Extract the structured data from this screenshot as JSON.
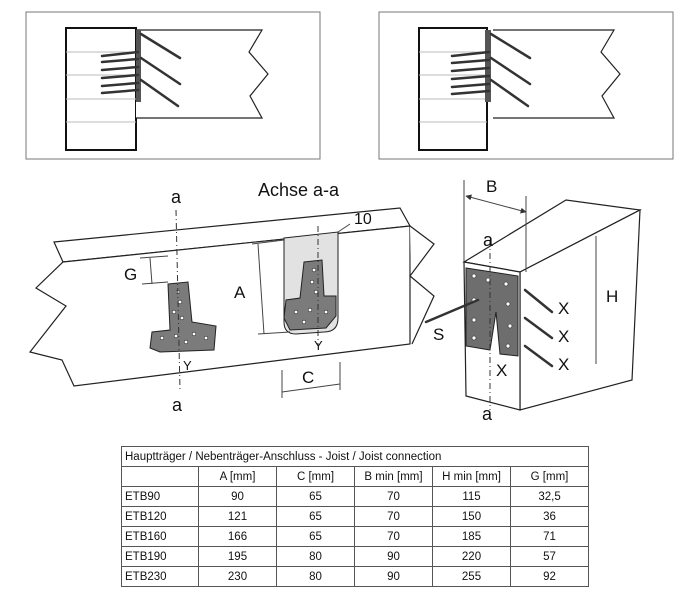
{
  "drawing": {
    "axis_title": "Achse a-a",
    "axis_letter": "a",
    "offset_value": "10",
    "labels": {
      "A": "A",
      "B": "B",
      "C": "C",
      "G": "G",
      "H": "H",
      "S": "S",
      "X": "X",
      "Y": "Y"
    }
  },
  "table": {
    "caption": "Hauptträger / Nebenträger-Anschluss - Joist / Joist connection",
    "headers": [
      "",
      "A [mm]",
      "C [mm]",
      "B min [mm]",
      "H min [mm]",
      "G [mm]"
    ],
    "rows": [
      [
        "ETB90",
        "90",
        "65",
        "70",
        "115",
        "32,5"
      ],
      [
        "ETB120",
        "121",
        "65",
        "70",
        "150",
        "36"
      ],
      [
        "ETB160",
        "166",
        "65",
        "70",
        "185",
        "71"
      ],
      [
        "ETB190",
        "195",
        "80",
        "90",
        "220",
        "57"
      ],
      [
        "ETB230",
        "230",
        "80",
        "90",
        "255",
        "92"
      ]
    ]
  }
}
